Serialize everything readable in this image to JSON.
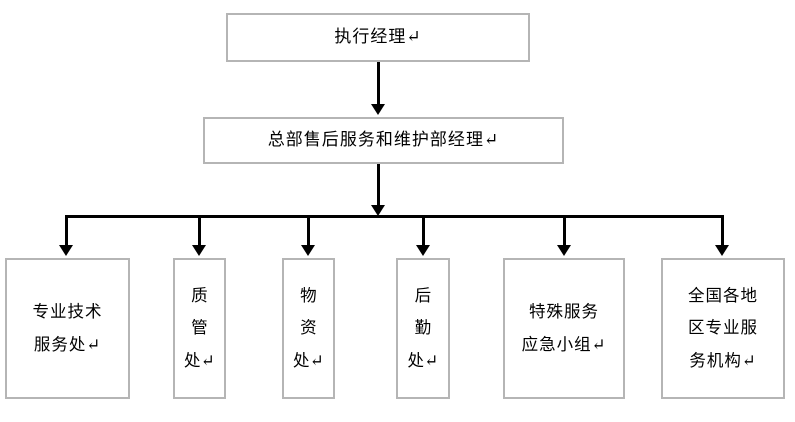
{
  "diagram": {
    "title_text": "执行经理↵",
    "type": "organizational-chart",
    "orientation": "top-down",
    "levels": 3,
    "colors": {
      "box_border": "#b5b5b5",
      "connector": "#000000",
      "text": "#000000",
      "background": "#ffffff"
    },
    "nodes": {
      "root": {
        "label": "执行经理↵",
        "plain": "执行经理"
      },
      "middle": {
        "label": "总部售后服务和维护部经理↵",
        "plain": "总部售后服务和维护部经理"
      },
      "leaves": [
        {
          "label": "专业技术\n服务处↵",
          "plain": "专业技术服务处",
          "lines": 2
        },
        {
          "label": "质\n管\n处↵",
          "plain": "质管处",
          "lines": 3
        },
        {
          "label": "物\n资\n处↵",
          "plain": "物资处",
          "lines": 3
        },
        {
          "label": "后\n勤\n处↵",
          "plain": "后勤处",
          "lines": 3
        },
        {
          "label": "特殊服务\n应急小组↵",
          "plain": "特殊服务应急小组",
          "lines": 2
        },
        {
          "label": "全国各地\n区专业服\n务机构↵",
          "plain": "全国各地区专业服务机构",
          "lines": 3
        }
      ]
    }
  }
}
